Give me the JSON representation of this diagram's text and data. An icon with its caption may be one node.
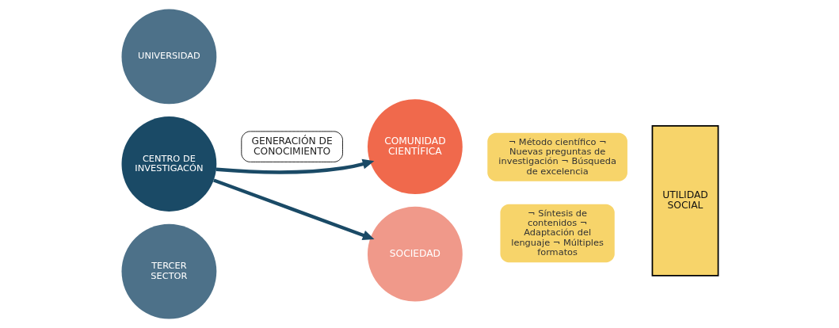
{
  "diagram": {
    "nodes": [
      {
        "text": [
          "UNIVERSIDAD"
        ]
      },
      {
        "text": [
          "CENTRO DE INVESTIGACÓN"
        ]
      },
      {
        "text": [
          "TERCER SECTOR"
        ]
      },
      {
        "text": [
          "GENERACIÓN DE CONOCIMIENTO"
        ]
      },
      {
        "text": [
          "COMUNIDAD CIENTÍFICA"
        ]
      },
      {
        "text": [
          "SOCIEDAD"
        ]
      },
      {
        "text": [
          "¬ Método científico ¬ Nuevas preguntas de investigación ¬ Búsqueda de excelencia"
        ]
      },
      {
        "text": [
          "¬ Síntesis de contenidos ¬ Adaptación del lenguaje ¬ Múltiples formatos"
        ]
      },
      {
        "text": [
          "UTILIDAD SOCIAL"
        ]
      }
    ],
    "edges": [
      {
        "from": 1,
        "to": 4,
        "arrow": "to"
      },
      {
        "from": 1,
        "to": 5,
        "arrow": "to"
      }
    ]
  }
}
